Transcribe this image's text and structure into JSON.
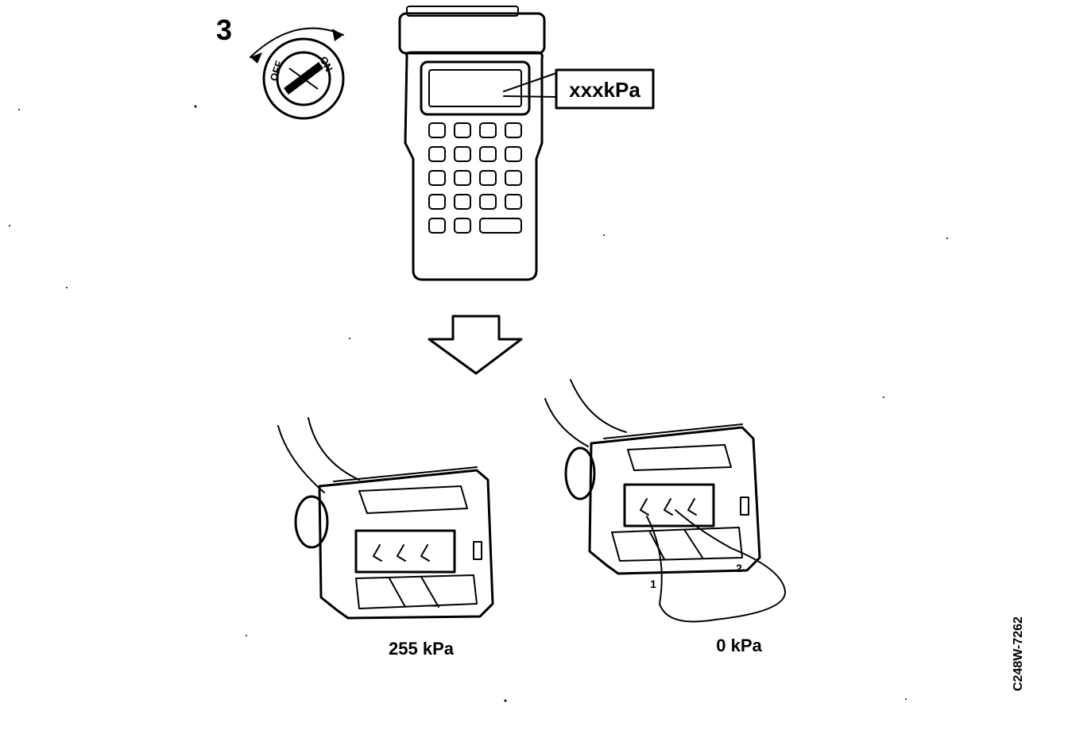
{
  "step_number": "3",
  "ignition": {
    "label_left": "OFF",
    "label_right": "ON"
  },
  "tester": {
    "display_callout": "xxxkPa"
  },
  "connectors": {
    "disconnected": {
      "reading": "255 kPa"
    },
    "jumpered": {
      "reading": "0 kPa",
      "terminal_1": "1",
      "terminal_2": "2"
    }
  },
  "figure_id": "C248W-7262"
}
